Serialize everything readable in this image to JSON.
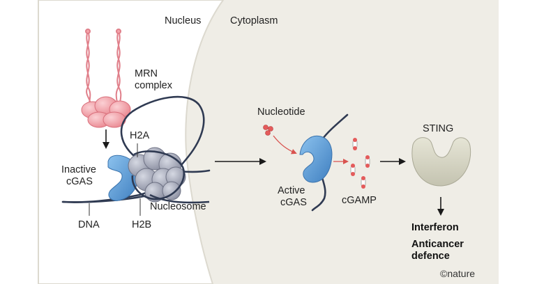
{
  "figure": {
    "labels": {
      "nucleus": "Nucleus",
      "cytoplasm": "Cytoplasm",
      "mrn_line1": "MRN",
      "mrn_line2": "complex",
      "h2a": "H2A",
      "inactive_cgas_line1": "Inactive",
      "inactive_cgas_line2": "cGAS",
      "nucleosome": "Nucleosome",
      "dna": "DNA",
      "h2b": "H2B",
      "nucleotide": "Nucleotide",
      "active_cgas_line1": "Active",
      "active_cgas_line2": "cGAS",
      "cgamp": "cGAMP",
      "sting": "STING",
      "interferon": "Interferon",
      "anticancer_line1": "Anticancer",
      "anticancer_line2": "defence",
      "credit": "©nature"
    },
    "colors": {
      "background": "#efede6",
      "nucleus_fill": "#ffffff",
      "nucleus_edge": "#d9d6cc",
      "mrn_pink": "#f4a3aa",
      "cgas_blue": "#5b9bd5",
      "histone_gray": "#a9adbd",
      "dna_navy": "#2f3a52",
      "sting_beige": "#d9d8c8",
      "arrow_red": "#d9534f",
      "text": "#222222"
    }
  }
}
